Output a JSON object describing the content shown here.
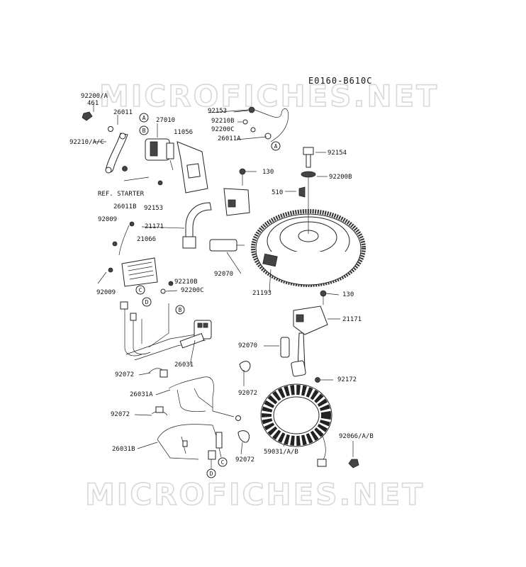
{
  "diagram_code": "E0160-B610C",
  "watermark": "MICROFICHES.NET",
  "labels": {
    "l92200A": "92200/A",
    "l461": "461",
    "l26011": "26011",
    "l27010": "27010",
    "l11056": "11056",
    "l92210AC": "92210/A/C",
    "lRefStarter": "REF. STARTER",
    "l92153a": "92153",
    "l26011B": "26011B",
    "l92009a": "92009",
    "l21066": "21066",
    "l92009b": "92009",
    "l92153b": "92153",
    "l92210Ba": "92210B",
    "l92200Ca": "92200C",
    "l26011A": "26011A",
    "l130a": "130",
    "l510": "510",
    "l92154": "92154",
    "l92200B": "92200B",
    "l21171a": "21171",
    "l92070a": "92070",
    "l21193": "21193",
    "l92210Bb": "92210B",
    "l92200Cb": "92200C",
    "l130b": "130",
    "l21171b": "21171",
    "l26031": "26031",
    "l92070b": "92070",
    "l92172": "92172",
    "l92072a": "92072",
    "l26031A": "26031A",
    "l92072b": "92072",
    "l92072c": "92072",
    "l26031B": "26031B",
    "l92072d": "92072",
    "l59031": "59031/A/B",
    "l92066": "92066/A/B"
  },
  "callouts": {
    "A1": "A",
    "B1": "B",
    "A2": "A",
    "B2": "B",
    "C1": "C",
    "D1": "D",
    "D2": "D",
    "C2": "C"
  }
}
